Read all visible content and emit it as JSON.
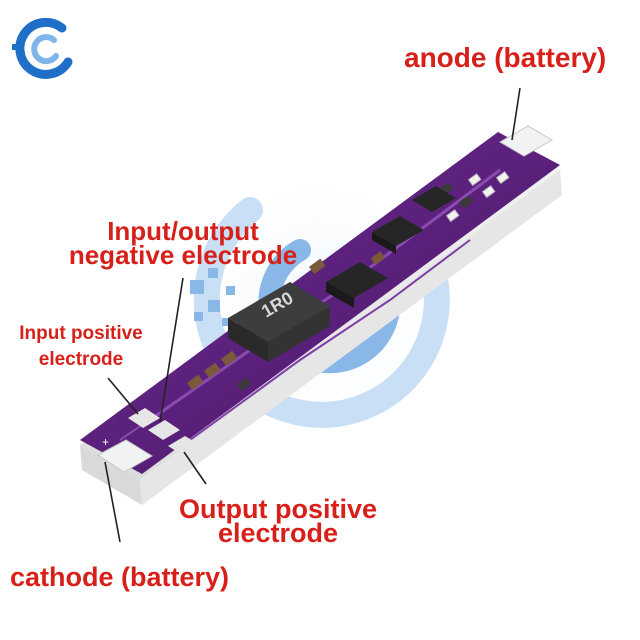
{
  "labels": {
    "anode": "anode (battery)",
    "io_negative_line1": "Input/output",
    "io_negative_line2": "negative electrode",
    "input_positive_line1": "Input positive",
    "input_positive_line2": "electrode",
    "output_positive_line1": "Output positive",
    "output_positive_line2": "electrode",
    "cathode": "cathode (battery)",
    "inductor_marking": "1R0",
    "pad_plus": "+"
  },
  "colors": {
    "label_red": "#d8201b",
    "pcb_purple": "#5a1f78",
    "pcb_dark": "#3b1156",
    "pad_white": "#eef0f2",
    "watermark_blue": "#1f6fc9",
    "watermark_light": "#cfe3f6"
  },
  "icons": {
    "logo": "brand-logo-icon",
    "watermark": "watermark-logo"
  }
}
